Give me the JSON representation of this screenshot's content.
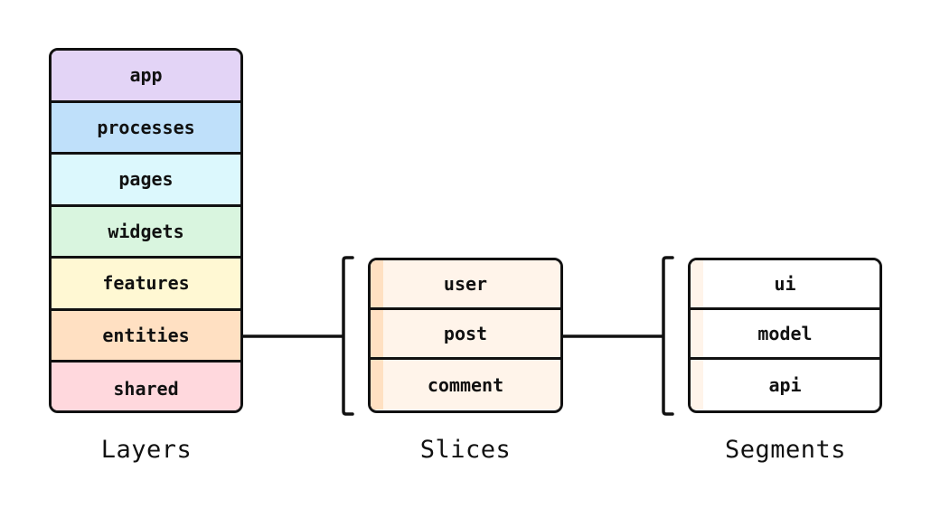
{
  "layers": {
    "label": "Layers",
    "items": [
      {
        "name": "app",
        "color": "#e3d4f6"
      },
      {
        "name": "processes",
        "color": "#bfe0fa"
      },
      {
        "name": "pages",
        "color": "#dcf8fd"
      },
      {
        "name": "widgets",
        "color": "#d9f5df"
      },
      {
        "name": "features",
        "color": "#fff8d3"
      },
      {
        "name": "entities",
        "color": "#ffe0c2"
      },
      {
        "name": "shared",
        "color": "#ffd8dd"
      }
    ]
  },
  "slices": {
    "label": "Slices",
    "fill": "#fff4ea",
    "stripe": "#ffe0c2",
    "items": [
      "user",
      "post",
      "comment"
    ]
  },
  "segments": {
    "label": "Segments",
    "fill": "#ffffff",
    "stripe": "#fff4ea",
    "items": [
      "ui",
      "model",
      "api"
    ]
  },
  "colors": {
    "stroke": "#111111",
    "background": "#ffffff"
  }
}
